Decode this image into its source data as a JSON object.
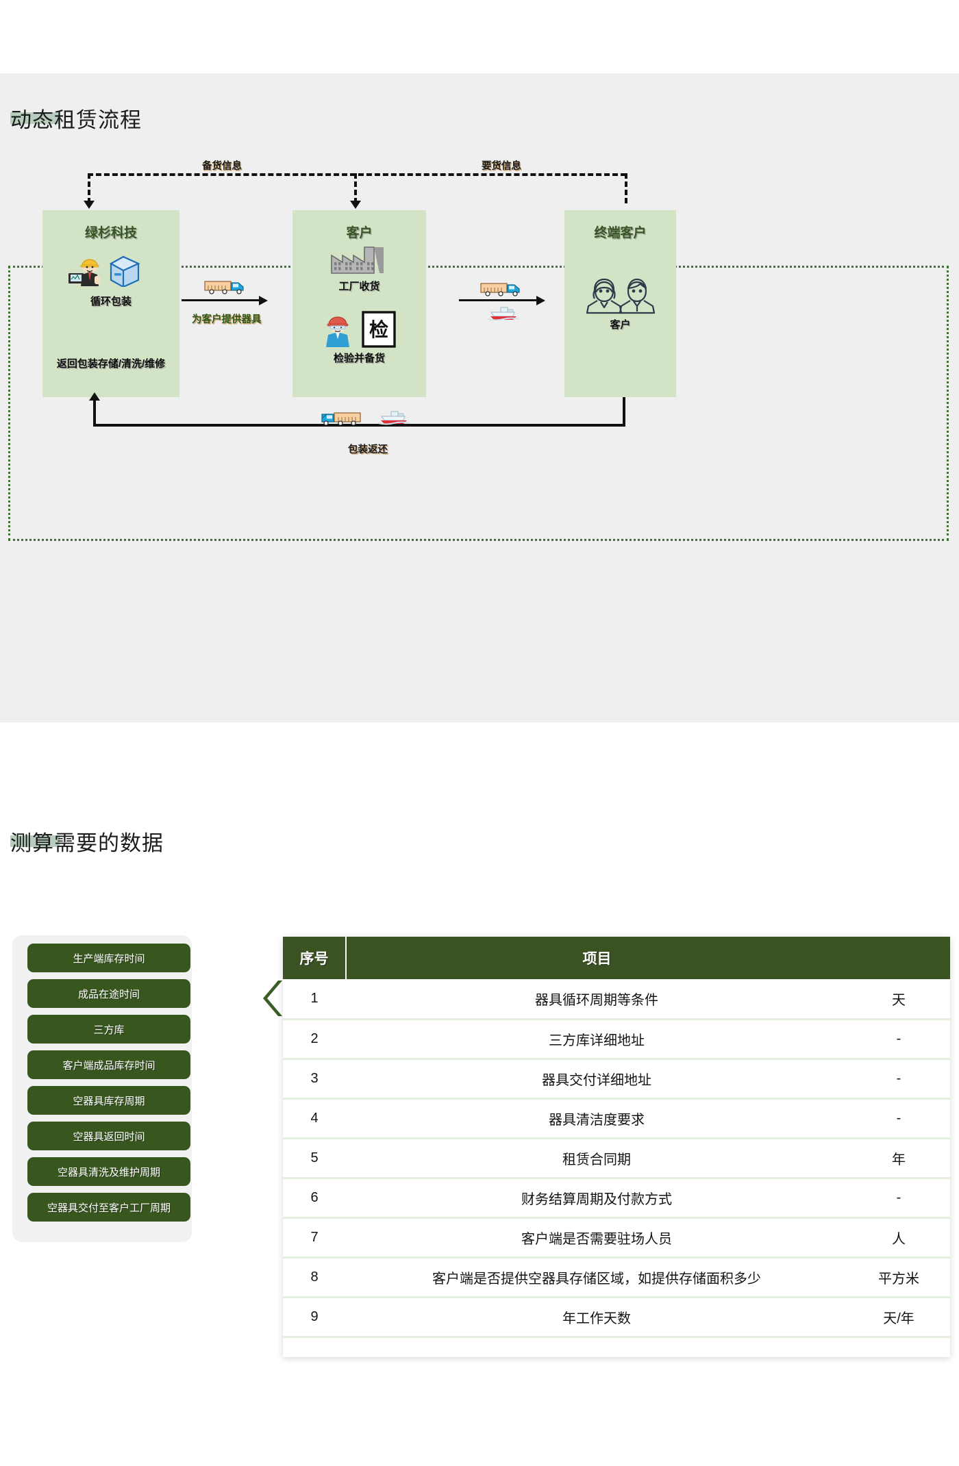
{
  "section1": {
    "title": "动态租赁流程",
    "info_flow": {
      "left_label": "备货信息",
      "right_label": "要货信息"
    },
    "columns": [
      {
        "title": "绿杉科技",
        "captions": [
          "循环包装",
          "返回包装存储/清洗/维修"
        ],
        "icons": [
          "worker-laptop-icon",
          "package-box-icon"
        ]
      },
      {
        "title": "客户",
        "captions": [
          "工厂收货",
          "检验并备货"
        ],
        "icons": [
          "factory-icon",
          "inspector-icon",
          "inspection-stamp-icon"
        ]
      },
      {
        "title": "终端客户",
        "captions": [
          "客户"
        ],
        "icons": [
          "customers-icon"
        ]
      }
    ],
    "arrows": [
      {
        "label": "为客户提供器具",
        "icons": [
          "truck-icon"
        ]
      },
      {
        "label": "",
        "icons": [
          "truck-icon",
          "ship-icon"
        ]
      },
      {
        "label": "包装返还",
        "icons": [
          "truck-icon",
          "ship-icon"
        ]
      }
    ],
    "colors": {
      "panel_bg": "#f0eff0",
      "box_fill": "#d2e3c6",
      "box_title": "#375623",
      "dotted_border": "#3f7233"
    }
  },
  "section2": {
    "title": "测算需要的数据",
    "sidebar": {
      "items": [
        "生产端库存时间",
        "成品在途时间",
        "三方库",
        "客户端成品库存时间",
        "空器具库存周期",
        "空器具返回时间",
        "空器具清洗及维护周期",
        "空器具交付至客户工厂周期"
      ]
    },
    "chevron_icon": "chevron-left-icon",
    "table": {
      "headers": [
        "序号",
        "项目",
        ""
      ],
      "rows": [
        {
          "no": "1",
          "item": "器具循环周期等条件",
          "unit": "天"
        },
        {
          "no": "2",
          "item": "三方库详细地址",
          "unit": "-"
        },
        {
          "no": "3",
          "item": "器具交付详细地址",
          "unit": "-"
        },
        {
          "no": "4",
          "item": "器具清洁度要求",
          "unit": "-"
        },
        {
          "no": "5",
          "item": "租赁合同期",
          "unit": "年"
        },
        {
          "no": "6",
          "item": "财务结算周期及付款方式",
          "unit": "-"
        },
        {
          "no": "7",
          "item": "客户端是否需要驻场人员",
          "unit": "人"
        },
        {
          "no": "8",
          "item": "客户端是否提供空器具存储区域，如提供存储面积多少",
          "unit": "平方米"
        },
        {
          "no": "9",
          "item": "年工作天数",
          "unit": "天/年"
        }
      ]
    },
    "colors": {
      "pill_bg": "#38571f",
      "header_bg": "#3b5323",
      "row_divider": "#e5efdf"
    }
  }
}
